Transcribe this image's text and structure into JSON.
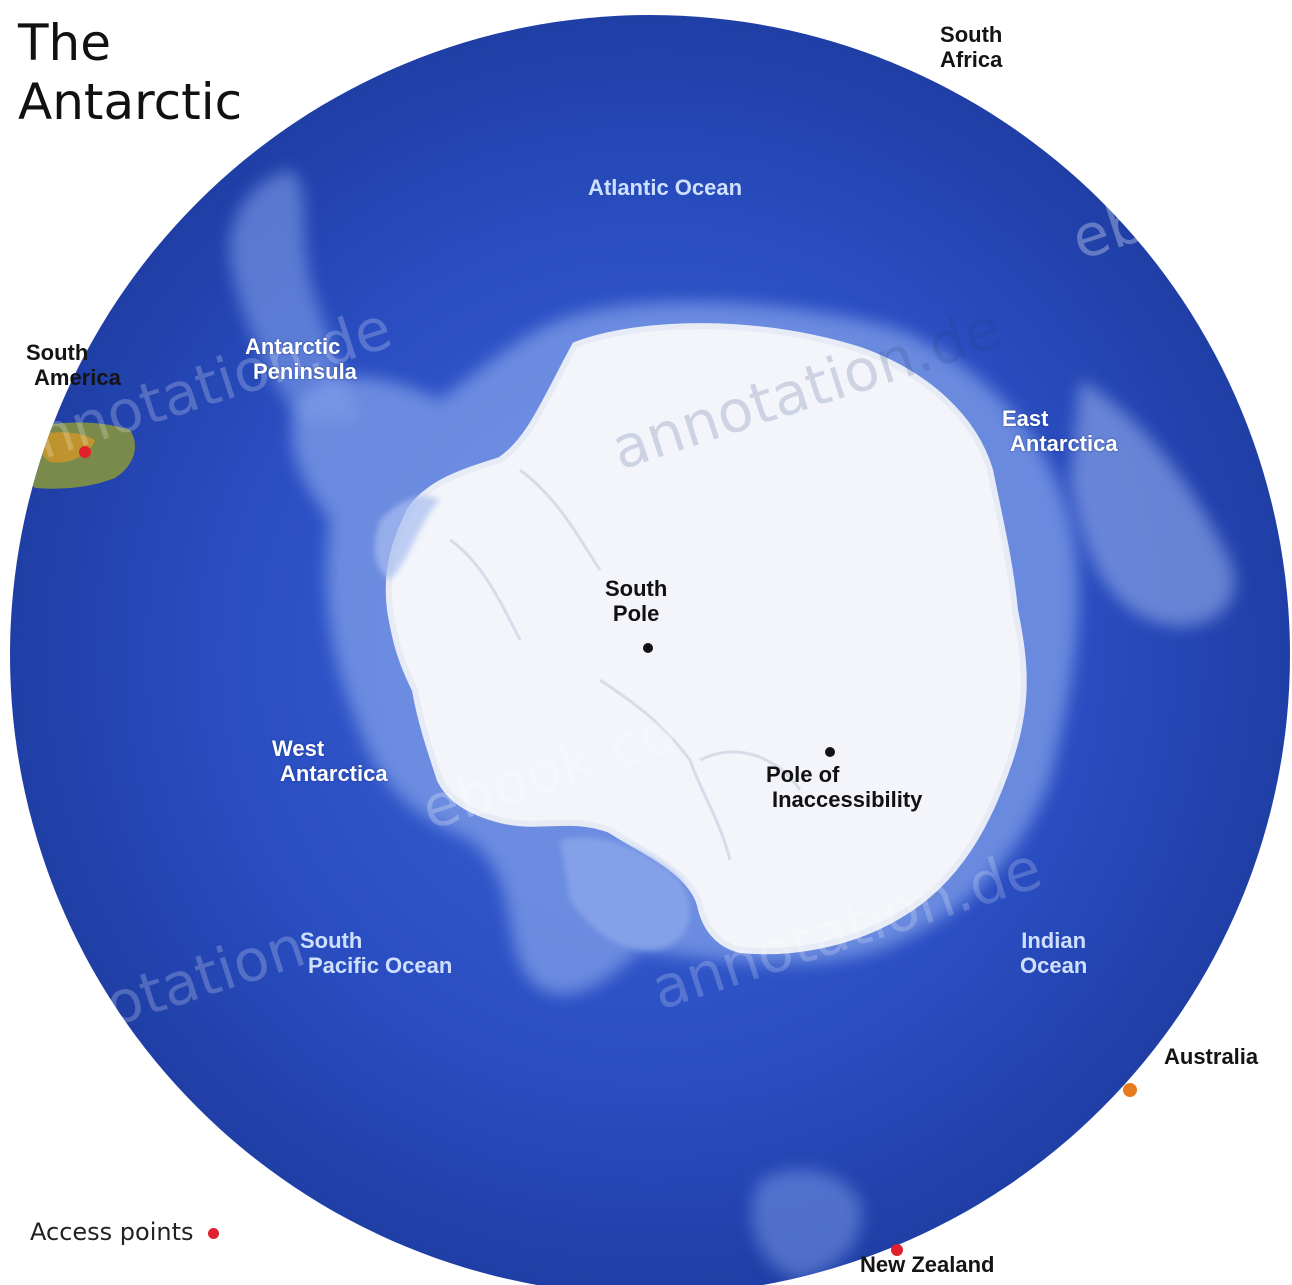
{
  "title": {
    "line1": "The",
    "line2": "Antarctic"
  },
  "labels": {
    "south_africa": [
      "South",
      "Africa"
    ],
    "atlantic_ocean": "Atlantic Ocean",
    "south_america": [
      "South",
      "America"
    ],
    "antarctic_peninsula": [
      "Antarctic",
      "Peninsula"
    ],
    "east_antarctica": [
      "East",
      "Antarctica"
    ],
    "south_pole": [
      "South",
      "Pole"
    ],
    "west_antarctica": [
      "West",
      "Antarctica"
    ],
    "pole_of_inaccessibility": [
      "Pole of",
      "Inaccessibility"
    ],
    "south_pacific_ocean": [
      "South",
      "Pacific Ocean"
    ],
    "indian_ocean": [
      "Indian",
      "Ocean"
    ],
    "australia": "Australia",
    "new_zealand": "New Zealand"
  },
  "legend": {
    "access_points": "Access points"
  },
  "watermark_text": "annotation.de ebook.co",
  "colors": {
    "ocean_deep": "#1f3fa8",
    "ocean_mid": "#2c52c6",
    "shelf_light": "#8aa8ee",
    "ice": "#f4f6fb",
    "ice_shadow": "#d9dfec",
    "access_point": "#e0202c",
    "australia_point": "#e87a20"
  }
}
